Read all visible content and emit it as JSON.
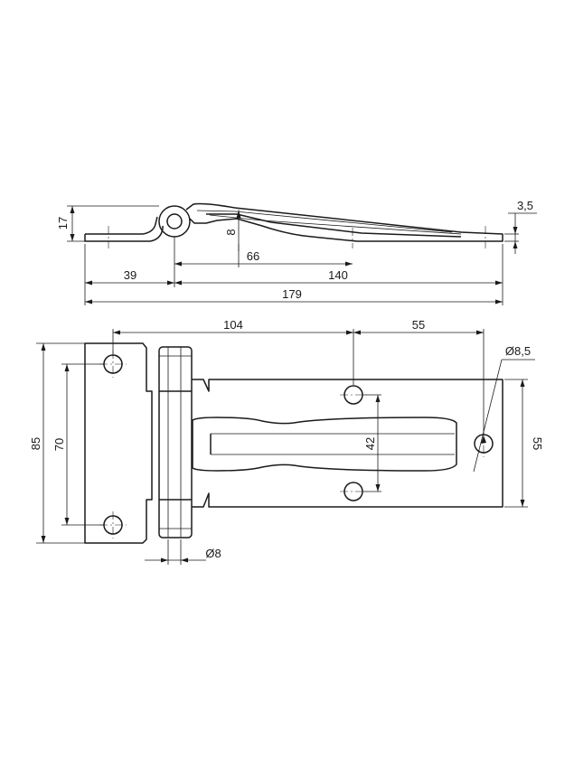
{
  "side_view": {
    "dims": {
      "height": "17",
      "thickness": "3,5",
      "offset": "8",
      "left_leaf": "39",
      "slot_length": "66",
      "right_leaf": "140",
      "total_length": "179"
    }
  },
  "top_view": {
    "dims": {
      "hole_spacing_104": "104",
      "hole_spacing_55": "55",
      "hole_diameter": "Ø8,5",
      "plate_height": "85",
      "hole_pitch": "70",
      "right_height": "55",
      "slot_height": "42",
      "pin_diameter": "Ø8"
    }
  }
}
